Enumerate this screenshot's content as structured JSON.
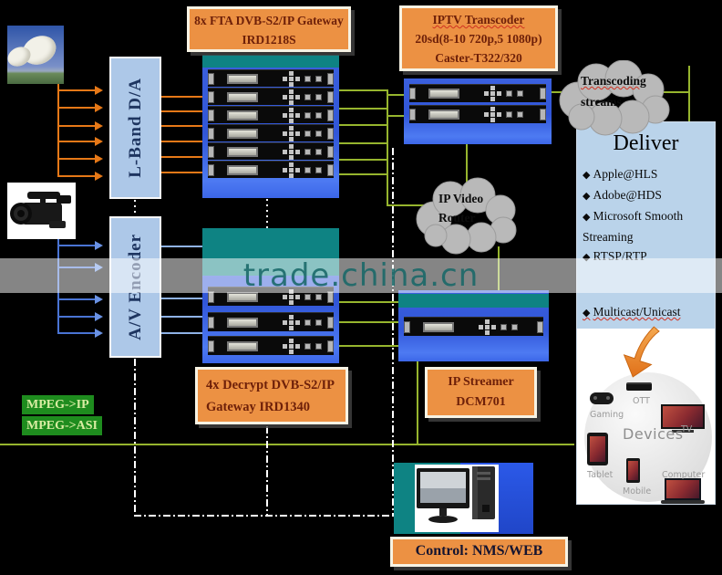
{
  "watermark": "trade.china.cn",
  "titles": {
    "gateway": {
      "line1": "8x FTA DVB-S2/IP Gateway",
      "line2": "IRD1218S"
    },
    "transcoder": {
      "line1": "IPTV Transcoder",
      "line2": "20sd(8-10 720p,5 1080p)",
      "line3": "Caster-T322/320"
    },
    "decrypt": {
      "line1": "4x Decrypt DVB-S2/IP",
      "line2": "Gateway IRD1340"
    },
    "streamer": {
      "line1": "IP Streamer",
      "line2": "DCM701"
    },
    "control": "Control: NMS/WEB"
  },
  "blocks": {
    "lband": "L-Band D/A",
    "av_encoder": "A/V Encoder"
  },
  "clouds": {
    "transcoding_line1": "Transcoding",
    "transcoding_line2": "streams",
    "router_line1": "IP Video",
    "router_line2": "Router"
  },
  "labels": {
    "mpeg_ip": "MPEG->IP",
    "mpeg_asi": "MPEG->ASI"
  },
  "deliver": {
    "title": "Deliver",
    "items": [
      "Apple@HLS",
      "Adobe@HDS",
      "Microsoft Smooth Streaming",
      "RTSP/RTP",
      "Multicast/Unicast"
    ]
  },
  "devices": {
    "center": "Devices",
    "items": [
      "Gaming",
      "OTT",
      "TV",
      "Tablet",
      "Mobile",
      "Computer"
    ]
  },
  "colors": {
    "accent_orange": "#ec9143",
    "panel_blue": "#bad3ea",
    "rack_blue": "#3b60de",
    "teal": "#0e8383",
    "line_green": "#96b52e",
    "line_orange": "#e67817",
    "label_green_bg": "#1e8c1e",
    "watermark_teal": "#186868"
  }
}
